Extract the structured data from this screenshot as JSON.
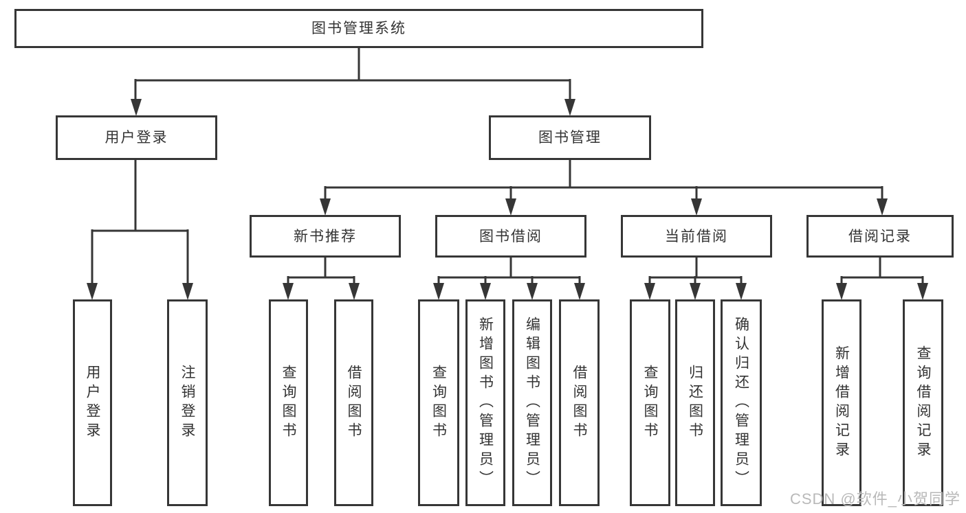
{
  "watermark": {
    "text": "CSDN @软件_小贺同学",
    "color": "#b9b9b9"
  },
  "colors": {
    "line": "#363636",
    "text": "#333333",
    "background": "#ffffff"
  },
  "diagram": {
    "type": "hierarchy-flowchart",
    "root": {
      "label": "图书管理系统"
    },
    "branches": [
      {
        "label": "用户登录",
        "leaves": [
          {
            "label": "用户登录"
          },
          {
            "label": "注销登录"
          }
        ]
      },
      {
        "label": "图书管理",
        "groups": [
          {
            "label": "新书推荐",
            "leaves": [
              {
                "label": "查询图书"
              },
              {
                "label": "借阅图书"
              }
            ]
          },
          {
            "label": "图书借阅",
            "leaves": [
              {
                "label": "查询图书"
              },
              {
                "label": "新增图书（管理员）"
              },
              {
                "label": "编辑图书（管理员）"
              },
              {
                "label": "借阅图书"
              }
            ]
          },
          {
            "label": "当前借阅",
            "leaves": [
              {
                "label": "查询图书"
              },
              {
                "label": "归还图书"
              },
              {
                "label": "确认归还（管理员）"
              }
            ]
          },
          {
            "label": "借阅记录",
            "leaves": [
              {
                "label": "新增借阅记录"
              },
              {
                "label": "查询借阅记录"
              }
            ]
          }
        ]
      }
    ]
  }
}
